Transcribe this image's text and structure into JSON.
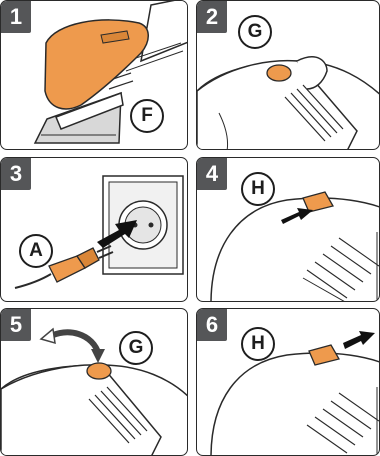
{
  "steps": [
    {
      "number": "1",
      "callout": "F"
    },
    {
      "number": "2",
      "callout": "G"
    },
    {
      "number": "3",
      "callout": "A"
    },
    {
      "number": "4",
      "callout": "H"
    },
    {
      "number": "5",
      "callout": "G"
    },
    {
      "number": "6",
      "callout": "H"
    }
  ],
  "colors": {
    "step_badge": "#555658",
    "orange_part": "#EE9A4D",
    "outline": "#2A2A2A",
    "arrow": "#111111"
  }
}
